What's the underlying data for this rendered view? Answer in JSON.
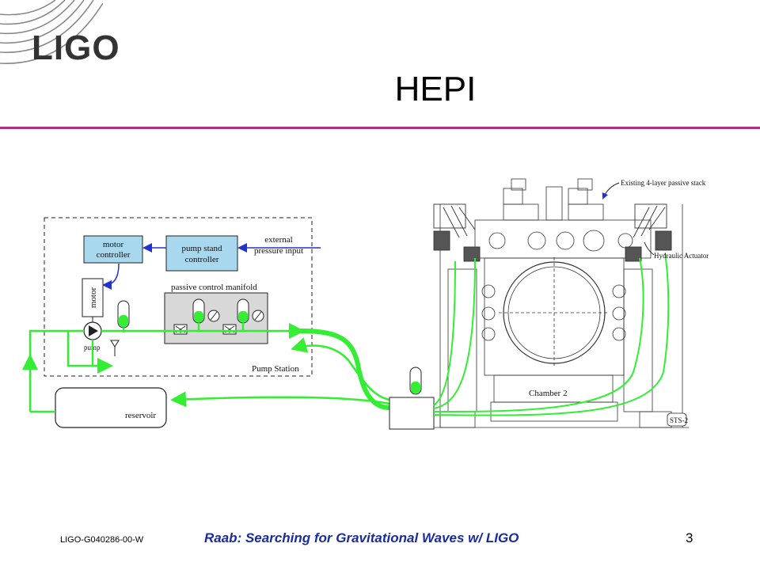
{
  "slide": {
    "logo_text": "LIGO",
    "title": "HEPI",
    "accent_color": "#b0307a",
    "footer_id": "LIGO-G040286-00-W",
    "footer_title": "Raab: Searching for Gravitational Waves w/ LIGO",
    "page_number": "3"
  },
  "diagram": {
    "pump_station": {
      "motor_controller": [
        "motor",
        "controller"
      ],
      "pump_stand_controller": [
        "pump stand",
        "controller"
      ],
      "external_input": [
        "external",
        "pressure input"
      ],
      "motor": "motor",
      "passive_manifold": "passive control manifold",
      "pump": "pump",
      "station_label": "Pump Station",
      "reservoir": "reservoir"
    },
    "chamber": {
      "passive_stack": "Existing 4-layer passive stack",
      "actuator": "Hydraulic Actuator",
      "chamber_label": "Chamber 2",
      "sts": "STS-2"
    },
    "colors": {
      "fluid": "#33ee33",
      "box_fill": "#a8d8ee",
      "manifold_fill": "#d8d8d8",
      "signal": "#2233cc"
    }
  }
}
